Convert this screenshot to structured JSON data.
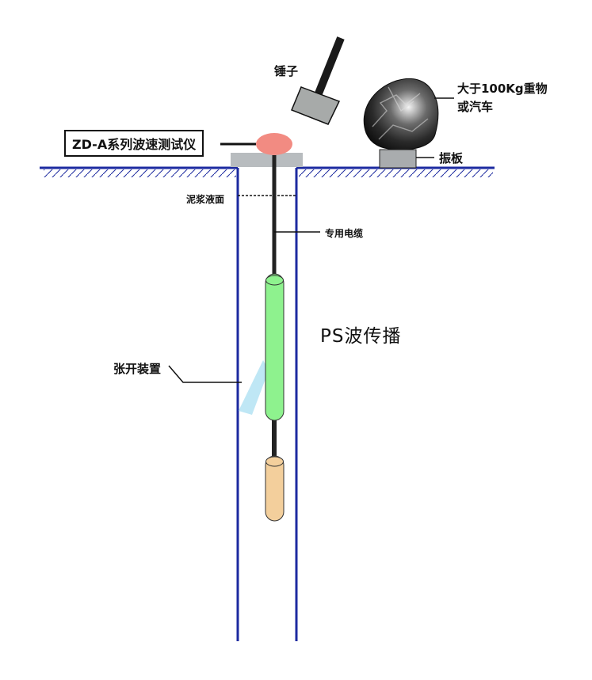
{
  "labels": {
    "instrument": "ZD-A系列波速测试仪",
    "hammer": "锤子",
    "weight_line1": "大于100Kg重物",
    "weight_line2": "或汽车",
    "plate": "振板",
    "mud_level": "泥浆液面",
    "cable": "专用电缆",
    "propagation": "PS波传播",
    "expander": "张开装置"
  },
  "colors": {
    "borehole_wall": "#1c2aa0",
    "ground_line": "#1c2aa0",
    "probe_upper": "#8ef28e",
    "probe_lower": "#f3cf9c",
    "expander_arm": "#bfe7f5",
    "sensor_cap": "#f28b82",
    "plate": "#b8bcbf",
    "hammer_head": "#a7aaa9"
  }
}
